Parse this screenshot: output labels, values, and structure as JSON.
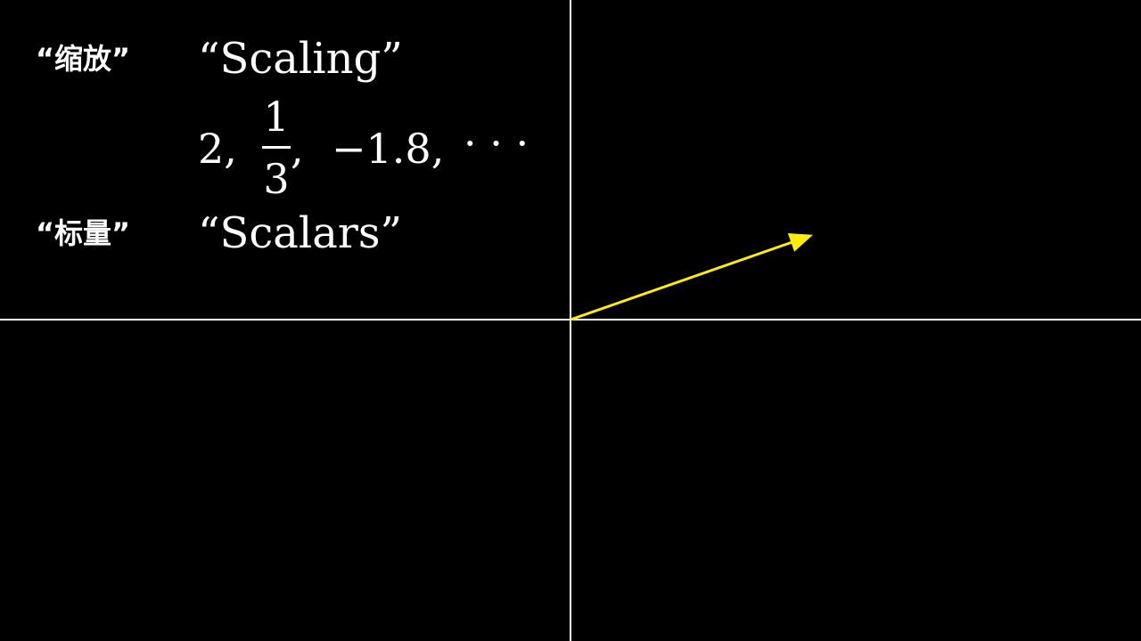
{
  "labels": {
    "scaling_cn": "“缩放”",
    "scaling_en": "“Scaling”",
    "scalars_cn": "“标量”",
    "scalars_en": "“Scalars”"
  },
  "examples": {
    "first": "2,",
    "fraction_numerator": "1",
    "fraction_denominator": "3",
    "fraction_comma": ",",
    "negative": "−1.8,",
    "ellipsis": "· · ·"
  },
  "colors": {
    "background": "#000000",
    "axes": "#ffffff",
    "vector": "#ffee00",
    "text": "#ffffff"
  },
  "vector": {
    "from": [
      0,
      0
    ],
    "to": [
      2,
      0.7
    ]
  }
}
